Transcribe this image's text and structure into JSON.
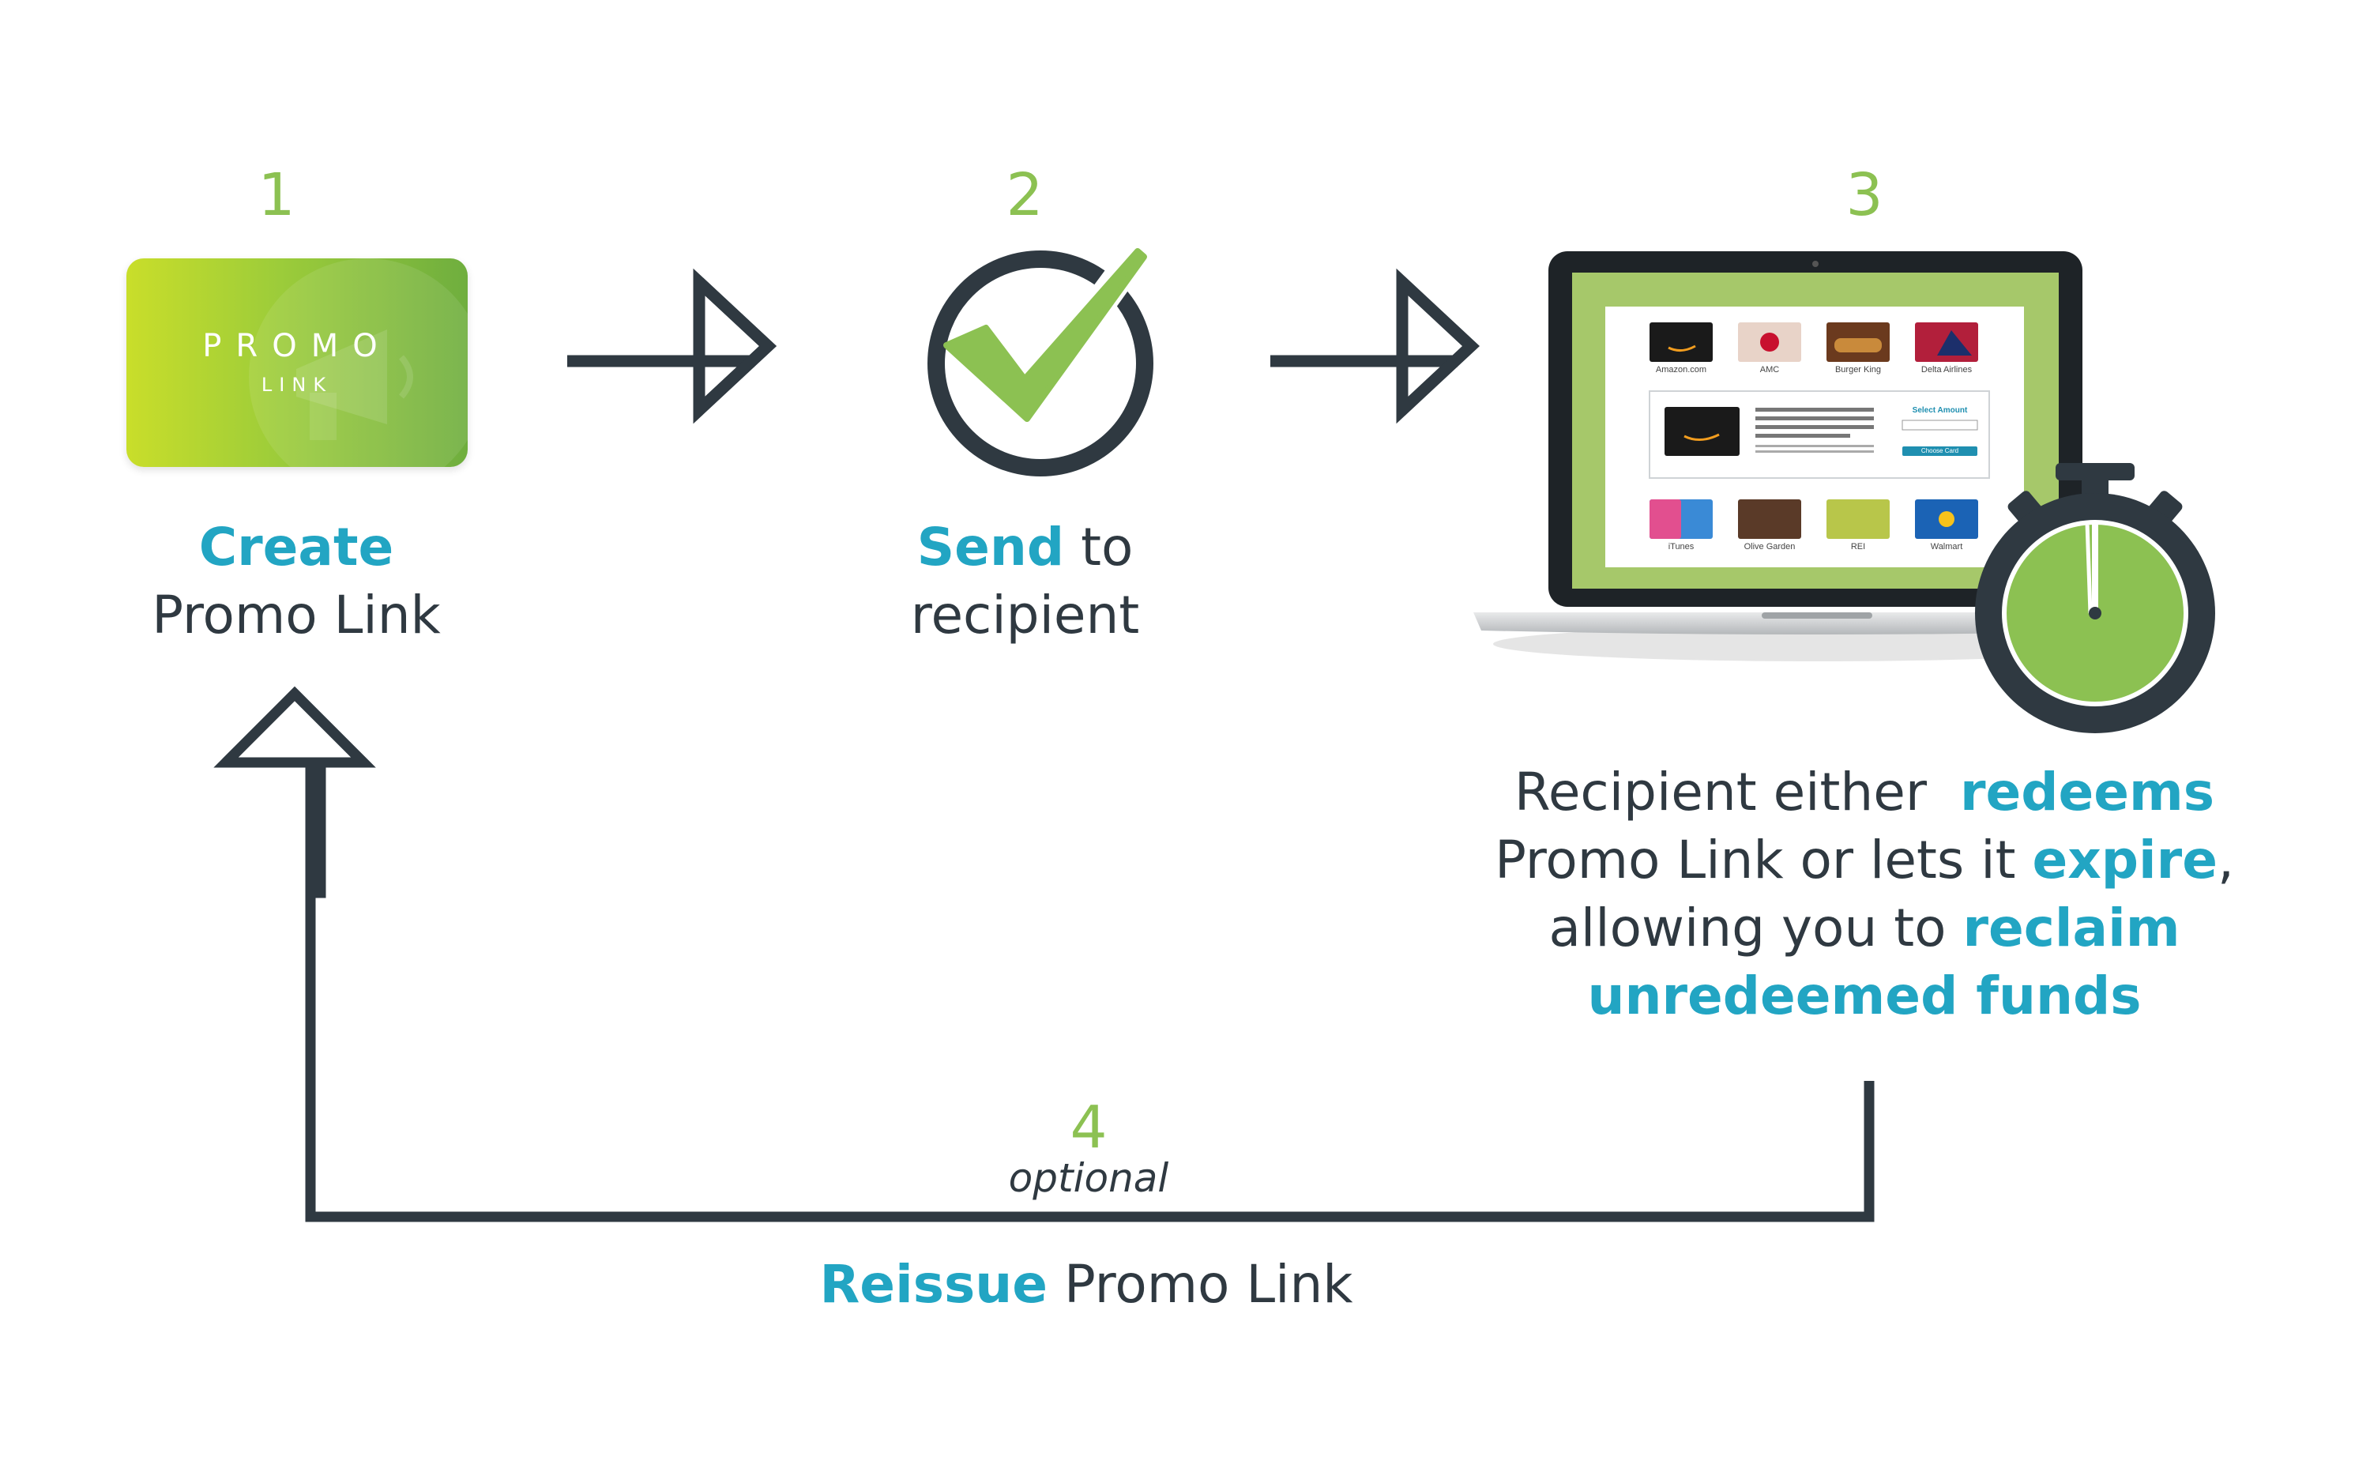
{
  "steps": [
    {
      "number": "1",
      "caption_bold": "Create",
      "caption_rest": "Promo Link"
    },
    {
      "number": "2",
      "caption_bold": "Send",
      "caption_rest": "to",
      "caption_line2": "recipient"
    },
    {
      "number": "3"
    },
    {
      "number": "4",
      "note": "optional"
    }
  ],
  "card": {
    "line1": "PROMO",
    "line2": "LINK"
  },
  "laptop": {
    "tiles_top": [
      "Amazon.com",
      "AMC",
      "Burger King",
      "Delta Airlines"
    ],
    "tiles_bottom": [
      "iTunes",
      "Olive Garden",
      "REI",
      "Walmart"
    ],
    "popup_heading": "Select Amount",
    "popup_button": "Choose Card"
  },
  "result": {
    "l1_a": "Recipient either",
    "l1_b": "redeems",
    "l2_a": "Promo Link or lets it",
    "l2_b": "expire",
    "l2_c": ",",
    "l3_a": "allowing you to",
    "l3_b": "reclaim",
    "l4": "unredeemed funds"
  },
  "reissue": {
    "bold": "Reissue",
    "rest": "Promo Link"
  },
  "colors": {
    "green": "#8cc152",
    "teal": "#22a5c3",
    "dark": "#2f3941"
  }
}
